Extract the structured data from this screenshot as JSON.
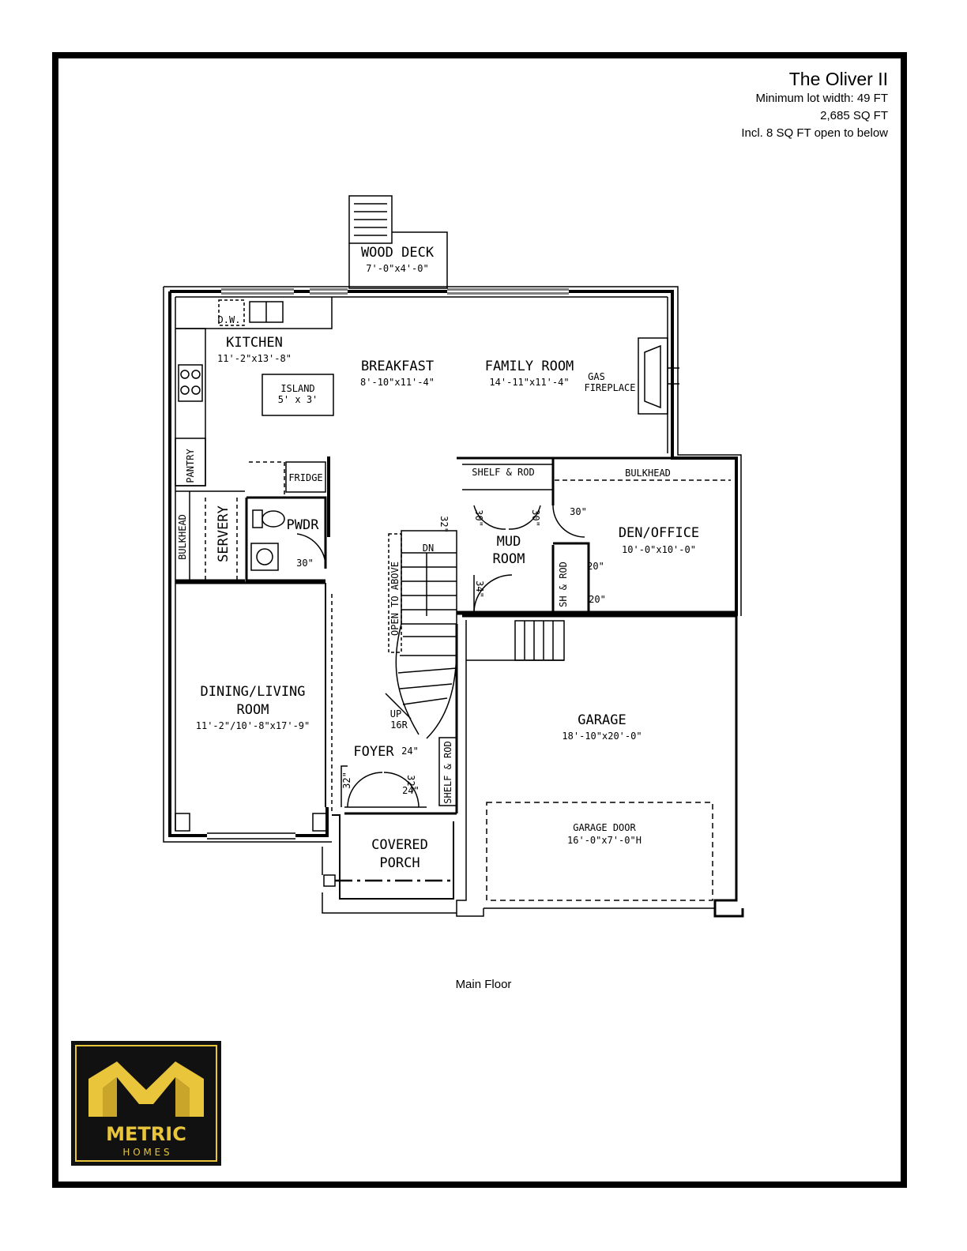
{
  "plan": {
    "title": "The Oliver II",
    "specs": [
      "Minimum lot width: 49 FT",
      "2,685 SQ FT",
      "Incl. 8 SQ FT open to below"
    ],
    "caption": "Main Floor"
  },
  "rooms": {
    "wood_deck": {
      "name": "WOOD DECK",
      "dim": "7'-0\"x4'-0\""
    },
    "kitchen": {
      "name": "KITCHEN",
      "dim": "11'-2\"x13'-8\""
    },
    "breakfast": {
      "name": "BREAKFAST",
      "dim": "8'-10\"x11'-4\""
    },
    "family_room": {
      "name": "FAMILY ROOM",
      "dim": "14'-11\"x11'-4\""
    },
    "mud_room": {
      "name_line1": "MUD",
      "name_line2": "ROOM"
    },
    "den_office": {
      "name": "DEN/OFFICE",
      "dim": "10'-0\"x10'-0\""
    },
    "dining_living": {
      "name_line1": "DINING/LIVING",
      "name_line2": "ROOM",
      "dim": "11'-2\"/10'-8\"x17'-9\""
    },
    "garage": {
      "name": "GARAGE",
      "dim": "18'-10\"x20'-0\""
    },
    "foyer": {
      "name": "FOYER"
    },
    "covered_porch": {
      "name_line1": "COVERED",
      "name_line2": "PORCH"
    },
    "pwdr": {
      "name": "PWDR"
    },
    "servery": {
      "name": "SERVERY"
    }
  },
  "labels": {
    "dw": "D.W.",
    "island": "ISLAND",
    "island_dim": "5' x 3'",
    "gas": "GAS",
    "fireplace": "FIREPLACE",
    "fridge": "FRIDGE",
    "pantry": "PANTRY",
    "bulkhead_left": "BULKHEAD",
    "bulkhead_den": "BULKHEAD",
    "shelf_rod_mud": "SHELF & ROD",
    "sh_rod_den": "SH & ROD",
    "shelf_rod_foyer": "SHELF & ROD",
    "open_to_above": "OPEN TO ABOVE",
    "dn": "DN",
    "up": "UP",
    "risers": "16R",
    "garage_door": "GARAGE DOOR",
    "garage_door_dim": "16'-0\"x7'-0\"H",
    "door_pwdr": "30\"",
    "door_stair": "32\"",
    "door_mud_a": "30\"",
    "door_mud_b": "30\"",
    "door_den": "30\"",
    "door_den_closet_a": "20\"",
    "door_den_closet_b": "20\"",
    "door_garage": "34\"",
    "door_foyer_a": "24\"",
    "door_foyer_b": "24\"",
    "door_front_left": "32\"",
    "door_front_right": "32\""
  },
  "logo": {
    "line1": "METRIC",
    "line2": "H O M E S"
  },
  "colors": {
    "logo_gold": "#e8c53a",
    "logo_dark": "#111111"
  }
}
